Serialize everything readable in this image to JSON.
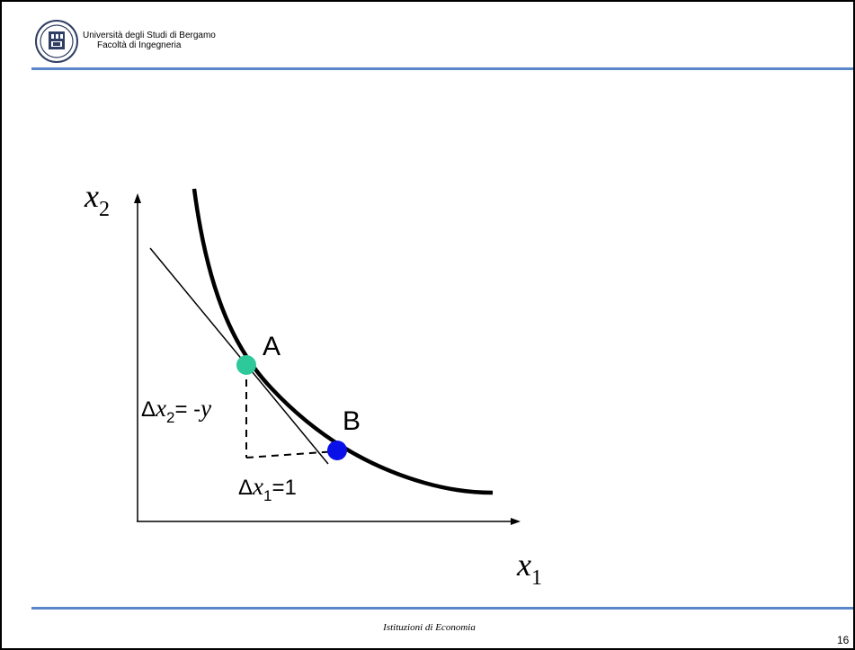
{
  "header": {
    "university": "Università degli Studi di  Bergamo",
    "faculty": "Facoltà  di Ingegneria"
  },
  "footer": {
    "course": "Istituzioni di Economia",
    "page_number": "16"
  },
  "diagram": {
    "x_axis_var": "x",
    "x_axis_sub": "1",
    "y_axis_var": "x",
    "y_axis_sub": "2",
    "point_a_label": "A",
    "point_b_label": "B",
    "delta_x2": {
      "delta": "Δ",
      "var": "x",
      "sub": "2",
      "eq": "= -",
      "val": "y"
    },
    "delta_x1": {
      "delta": "Δ",
      "var": "x",
      "sub": "1",
      "eq": "=1"
    },
    "colors": {
      "point_a": "#2ec99a",
      "point_b": "#0a10e8",
      "rule": "#5b86c9"
    }
  }
}
